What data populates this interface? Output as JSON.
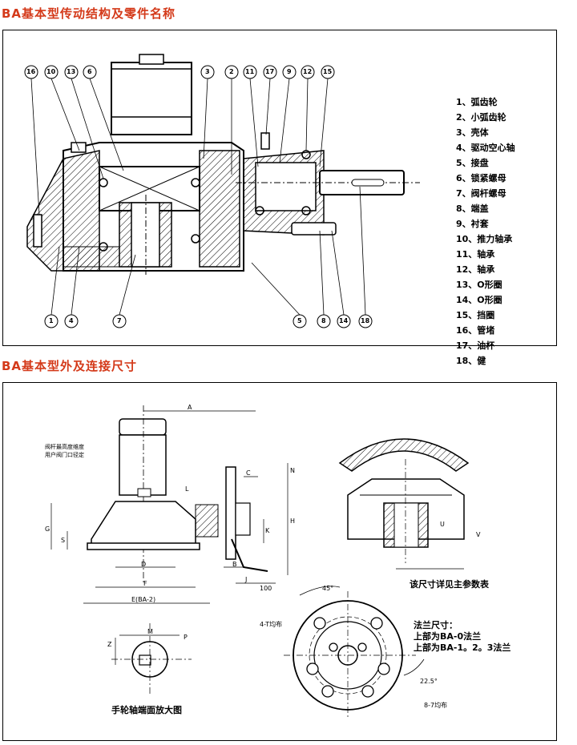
{
  "section1": {
    "title": "BA基本型传动结构及零件名称",
    "callouts_top": [
      "16",
      "10",
      "13",
      "6",
      "3",
      "2",
      "11",
      "17",
      "9",
      "12",
      "15"
    ],
    "callouts_bottom": [
      "1",
      "4",
      "7",
      "5",
      "8",
      "14",
      "18"
    ],
    "parts": [
      "1、弧齿轮",
      "2、小弧齿轮",
      "3、壳体",
      "4、驱动空心轴",
      "5、接盘",
      "6、锁紧螺母",
      "7、阀杆螺母",
      "8、端盖",
      "9、衬套",
      "10、推力轴承",
      "11、轴承",
      "12、轴承",
      "13、O形圈",
      "14、O形圈",
      "15、挡圈",
      "16、管堵",
      "17、油杯",
      "18、健"
    ]
  },
  "section2": {
    "title": "BA基本型外及连接尺寸",
    "stem_note_line1": "阀杆最高度维度",
    "stem_note_line2": "用户阀门口径定",
    "dims": {
      "A": "A",
      "C": "C",
      "H": "H",
      "L": "L",
      "G": "G",
      "S": "S",
      "D": "D",
      "F": "F",
      "E": "E(BA-2)",
      "J": "J",
      "B": "B",
      "K": "K",
      "N": "N",
      "hundred": "100",
      "M": "M",
      "Z": "Z",
      "P": "P",
      "U": "U",
      "V": "V",
      "angle45": "45°",
      "angle22": "22.5°",
      "holes4": "4-T均布",
      "holes8": "8-7均布"
    },
    "detail_note": "该尺寸详见主参数表",
    "flange_line1": "法兰尺寸：",
    "flange_line2": "上部为BA-0法兰",
    "flange_line3": "上部为BA-1。2。3法兰",
    "handwheel_caption": "手轮轴端面放大图"
  }
}
